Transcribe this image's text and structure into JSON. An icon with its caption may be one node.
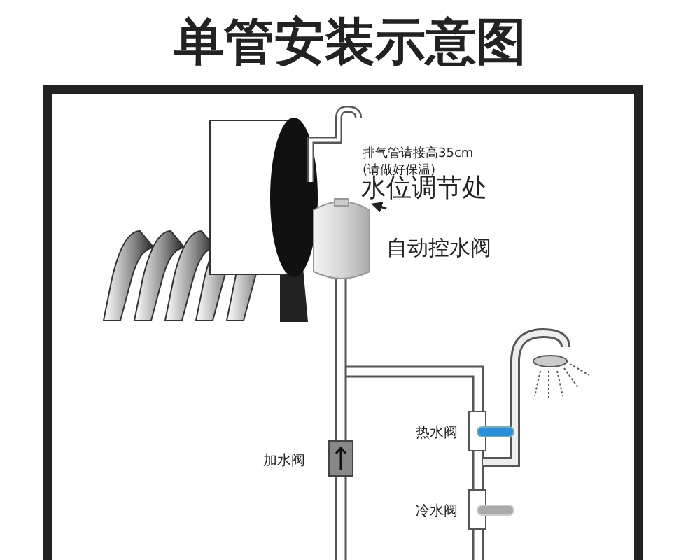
{
  "diagram": {
    "title": "单管安装示意图",
    "nodes": [
      {
        "text": [
          "水位调节处"
        ]
      },
      {
        "text": [],
        "shape": "cylinder",
        "beside": [
          "自动控水阀"
        ]
      }
    ],
    "edges": [
      {
        "from": 0,
        "to": 1,
        "arrow": "to"
      }
    ],
    "labels": [
      "排气管请接高35cm",
      "(请做好保温)",
      "热水阀",
      "加水阀",
      "冷水阀"
    ]
  }
}
